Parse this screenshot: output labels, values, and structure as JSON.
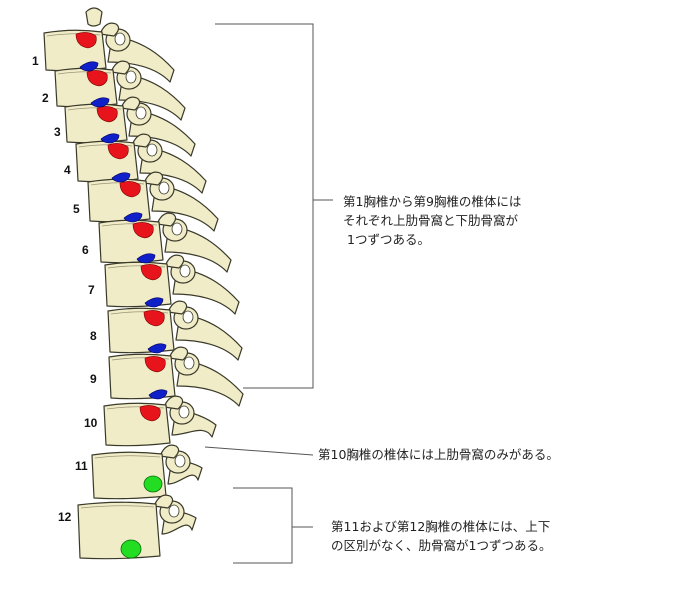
{
  "vertebra_numbers": [
    "1",
    "2",
    "3",
    "4",
    "5",
    "6",
    "7",
    "8",
    "9",
    "10",
    "11",
    "12"
  ],
  "annotations": {
    "group_1_9": {
      "line1": "第1胸椎から第9胸椎の椎体には",
      "line2": "それぞれ上肋骨窩と下肋骨窩が",
      "line3": "1つずつある。"
    },
    "vertebra_10": {
      "line1": "第10胸椎の椎体には上肋骨窩のみがある。"
    },
    "group_11_12": {
      "line1": "第11および第12胸椎の椎体には、上下",
      "line2": "の区別がなく、肋骨窩が1つずつある。"
    }
  },
  "colors": {
    "bone_fill": "#f1ecc8",
    "bone_outline": "#3a3a2a",
    "superior_facet": "#e8141c",
    "inferior_facet": "#1020c8",
    "single_facet": "#22dd22",
    "leader_line": "#555555"
  }
}
